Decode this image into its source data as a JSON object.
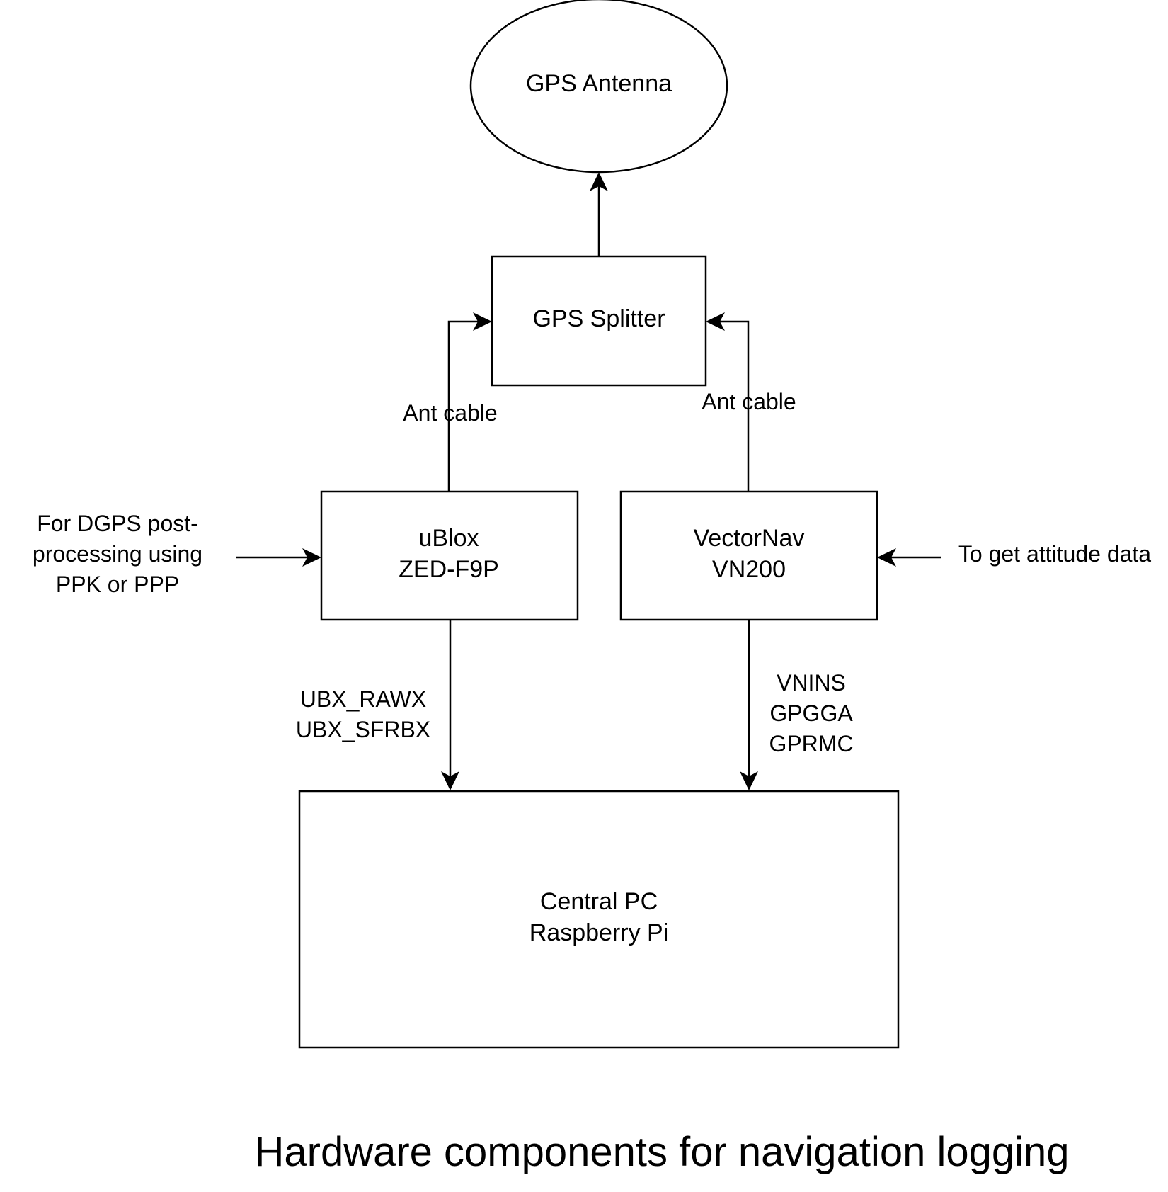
{
  "nodes": {
    "gps_antenna": {
      "label": "GPS Antenna"
    },
    "gps_splitter": {
      "label": "GPS Splitter"
    },
    "ublox": {
      "lines": [
        "uBlox",
        "ZED-F9P"
      ]
    },
    "vectornav": {
      "lines": [
        "VectorNav",
        "VN200"
      ]
    },
    "central_pc": {
      "lines": [
        "Central PC",
        "Raspberry Pi"
      ]
    }
  },
  "edges": {
    "ublox_to_splitter": {
      "label": "Ant cable"
    },
    "vectornav_to_splitter": {
      "label": "Ant cable"
    },
    "ublox_to_pc": {
      "lines": [
        "UBX_RAWX",
        "UBX_SFRBX"
      ]
    },
    "vectornav_to_pc": {
      "lines": [
        "VNINS",
        "GPGGA",
        "GPRMC"
      ]
    }
  },
  "annotations": {
    "dgps_note": {
      "lines": [
        "For DGPS post-",
        "processing using",
        "PPK or PPP"
      ]
    },
    "attitude_note": {
      "label": "To get attitude data"
    }
  },
  "caption": "Hardware components for navigation logging"
}
